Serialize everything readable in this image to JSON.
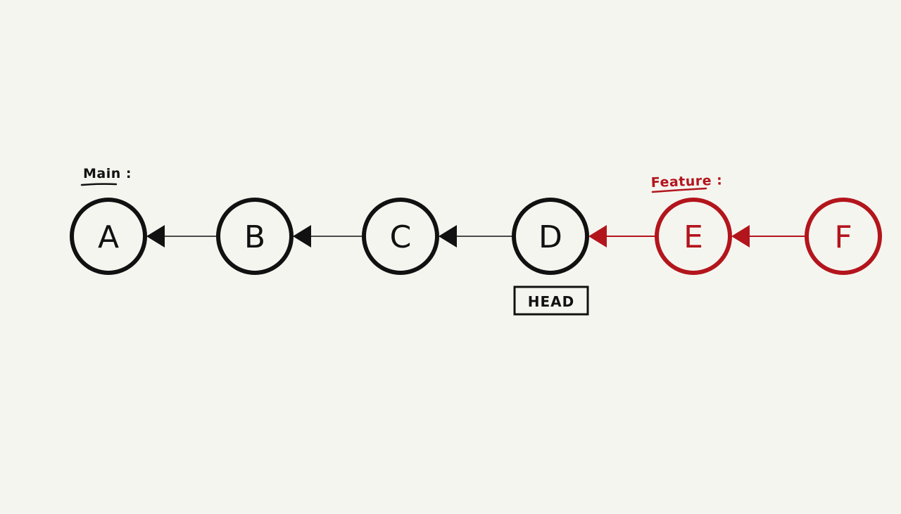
{
  "colors": {
    "background": "#f5f5f0",
    "main": "#111111",
    "feature": "#b3151c"
  },
  "branches": {
    "main_label": "Main :",
    "feature_label": "Feature :"
  },
  "head_label": "HEAD",
  "commits": [
    {
      "id": "A",
      "branch": "main"
    },
    {
      "id": "B",
      "branch": "main"
    },
    {
      "id": "C",
      "branch": "main"
    },
    {
      "id": "D",
      "branch": "main"
    },
    {
      "id": "E",
      "branch": "feature"
    },
    {
      "id": "F",
      "branch": "feature"
    }
  ],
  "edges": [
    {
      "from": "B",
      "to": "A",
      "branch": "main"
    },
    {
      "from": "C",
      "to": "B",
      "branch": "main"
    },
    {
      "from": "D",
      "to": "C",
      "branch": "main"
    },
    {
      "from": "E",
      "to": "D",
      "branch": "feature"
    },
    {
      "from": "F",
      "to": "E",
      "branch": "feature"
    }
  ],
  "head_points_to": "D"
}
